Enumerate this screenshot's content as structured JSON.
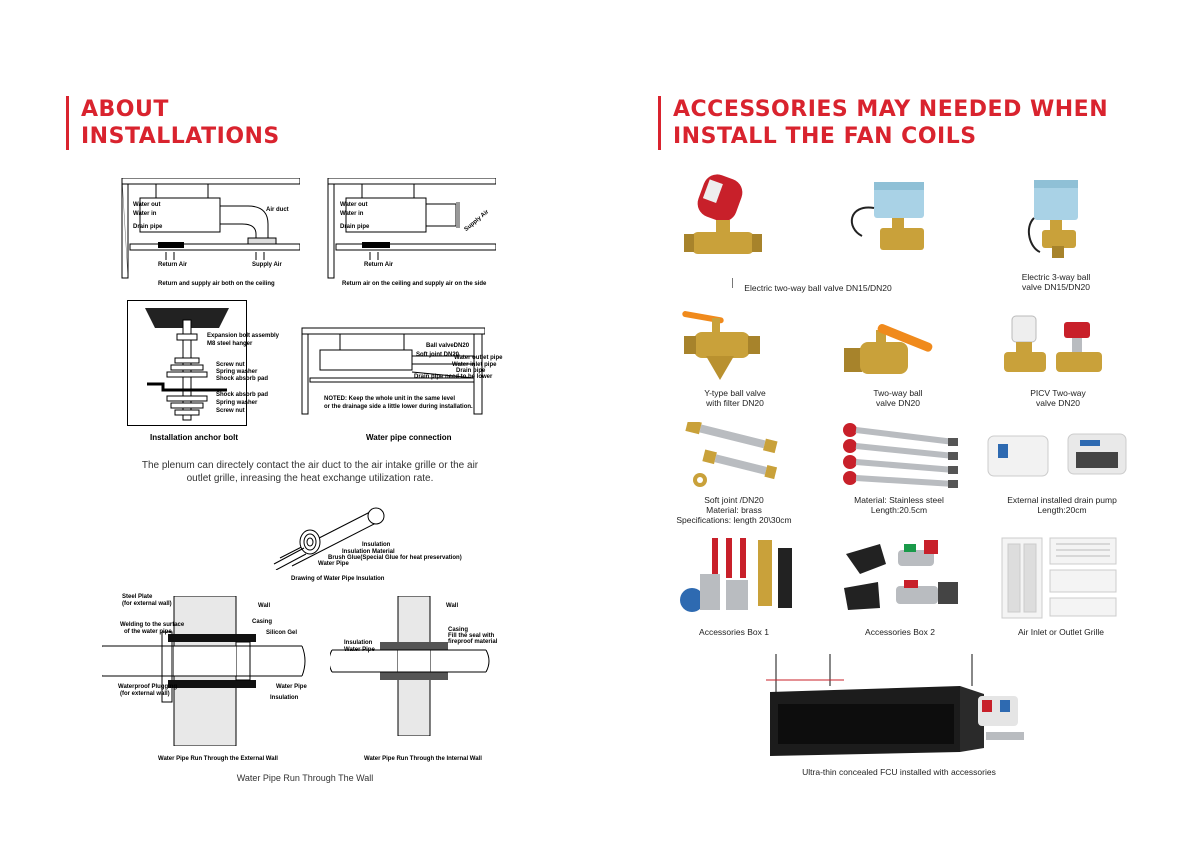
{
  "left": {
    "heading": [
      "ABOUT",
      "INSTALLATIONS"
    ],
    "diagram1": {
      "labels": {
        "water_out": "Water out",
        "water_in": "Water in",
        "drain_pipe": "Drain pipe",
        "air_duct": "Air duct",
        "return_air": "Return Air",
        "supply_air": "Supply Air"
      },
      "caption": "Return and supply air both on the ceiling"
    },
    "diagram2": {
      "labels": {
        "water_out": "Water out",
        "water_in": "Water in",
        "drain_pipe": "Drain pipe",
        "supply_air": "Supply Air",
        "return_air": "Return Air"
      },
      "caption": "Return air on the ceiling and supply air on the side"
    },
    "anchor": {
      "labels": [
        "Expansion bolt assembly",
        "M8 steel hanger",
        "Screw nut",
        "Spring washer",
        "Shock absorb pad",
        "Shock absorb pad",
        "Spring washer",
        "Screw nut"
      ],
      "caption": "Installation anchor bolt"
    },
    "water_conn": {
      "labels": [
        "Ball valveDN20",
        "Soft joint DN20",
        "Water outlet pipe",
        "Water inlet pipe",
        "Drain pipe",
        "Drain pipe need to be lower"
      ],
      "notes": [
        "NOTED: Keep the whole unit in the same level",
        "or the drainage side a little lower during installation."
      ],
      "caption": "Water pipe connection"
    },
    "paragraph": "The plenum can directely contact the air duct to the air intake grille or the air outlet grille, inreasing the heat exchange utilization rate.",
    "insulation": {
      "labels": [
        "Insulation",
        "Insulation Material",
        "Brush Glue(Special Glue for heat preservation)",
        "Water Pipe"
      ],
      "caption": "Drawing of Water Pipe Insulation"
    },
    "ext_wall": {
      "labels": [
        "Steel Plate",
        "(for external wall)",
        "Welding to the surface",
        "of the water pipe",
        "Waterproof Plugging",
        "(for external wall)",
        "Wall",
        "Casing",
        "Silicon Gel",
        "Water Pipe",
        "Insulation"
      ],
      "caption": "Water Pipe Run Through the External Wall"
    },
    "int_wall": {
      "labels": [
        "Insulation",
        "Water Pipe",
        "Wall",
        "Casing",
        "Fill the seal with",
        "fireproof material"
      ],
      "caption": "Water Pipe Run Through the Internal Wall"
    },
    "wall_caption": "Water Pipe Run Through The Wall"
  },
  "right": {
    "heading": [
      "ACCESSORIES MAY NEEDED WHEN",
      "INSTALL THE FAN COILS"
    ],
    "items": [
      {
        "lines": [
          "Electric two-way ball valve  DN15/DN20"
        ]
      },
      {
        "lines": [
          "Electric 3-way ball",
          "valve DN15/DN20"
        ]
      },
      {
        "lines": [
          "Y-type ball valve",
          "with filter DN20"
        ]
      },
      {
        "lines": [
          "Two-way ball",
          "valve DN20"
        ]
      },
      {
        "lines": [
          "PICV Two-way",
          "valve DN20"
        ]
      },
      {
        "lines": [
          "Soft joint /DN20",
          "Material: brass",
          "Specifications: length 20\\30cm"
        ]
      },
      {
        "lines": [
          "Material: Stainless steel",
          "Length:20.5cm"
        ]
      },
      {
        "lines": [
          "External installed drain pump",
          "Length:20cm"
        ]
      },
      {
        "lines": [
          "Accessories Box    1"
        ]
      },
      {
        "lines": [
          "Accessories Box    2"
        ]
      },
      {
        "lines": [
          "Air Inlet or Outlet Grille"
        ]
      },
      {
        "lines": [
          "Ultra-thin concealed FCU installed with accessories"
        ]
      }
    ],
    "colors": {
      "brass": "#c9a13a",
      "actuator": "#a9d2e6",
      "red": "#c8202a",
      "orange": "#f08a1c",
      "steel": "#b9bcc0"
    }
  }
}
